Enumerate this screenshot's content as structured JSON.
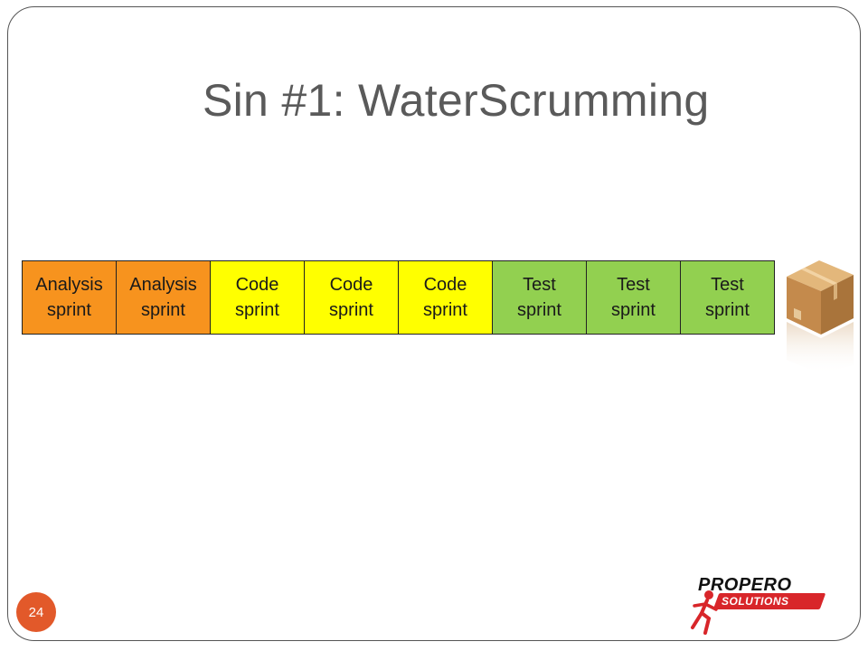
{
  "slide": {
    "title": "Sin #1: WaterScrumming",
    "page_number": "24"
  },
  "sprints": [
    {
      "line1": "Analysis",
      "line2": "sprint",
      "color": "#f7931e"
    },
    {
      "line1": "Analysis",
      "line2": "sprint",
      "color": "#f7931e"
    },
    {
      "line1": "Code",
      "line2": "sprint",
      "color": "#ffff00"
    },
    {
      "line1": "Code",
      "line2": "sprint",
      "color": "#ffff00"
    },
    {
      "line1": "Code",
      "line2": "sprint",
      "color": "#ffff00"
    },
    {
      "line1": "Test",
      "line2": "sprint",
      "color": "#92d050"
    },
    {
      "line1": "Test",
      "line2": "sprint",
      "color": "#92d050"
    },
    {
      "line1": "Test",
      "line2": "sprint",
      "color": "#92d050"
    }
  ],
  "icons": {
    "product_box": "package-box-icon"
  },
  "logo": {
    "line1": "PROPERO",
    "line2": "SOLUTIONS",
    "accent_color": "#d8262a"
  }
}
